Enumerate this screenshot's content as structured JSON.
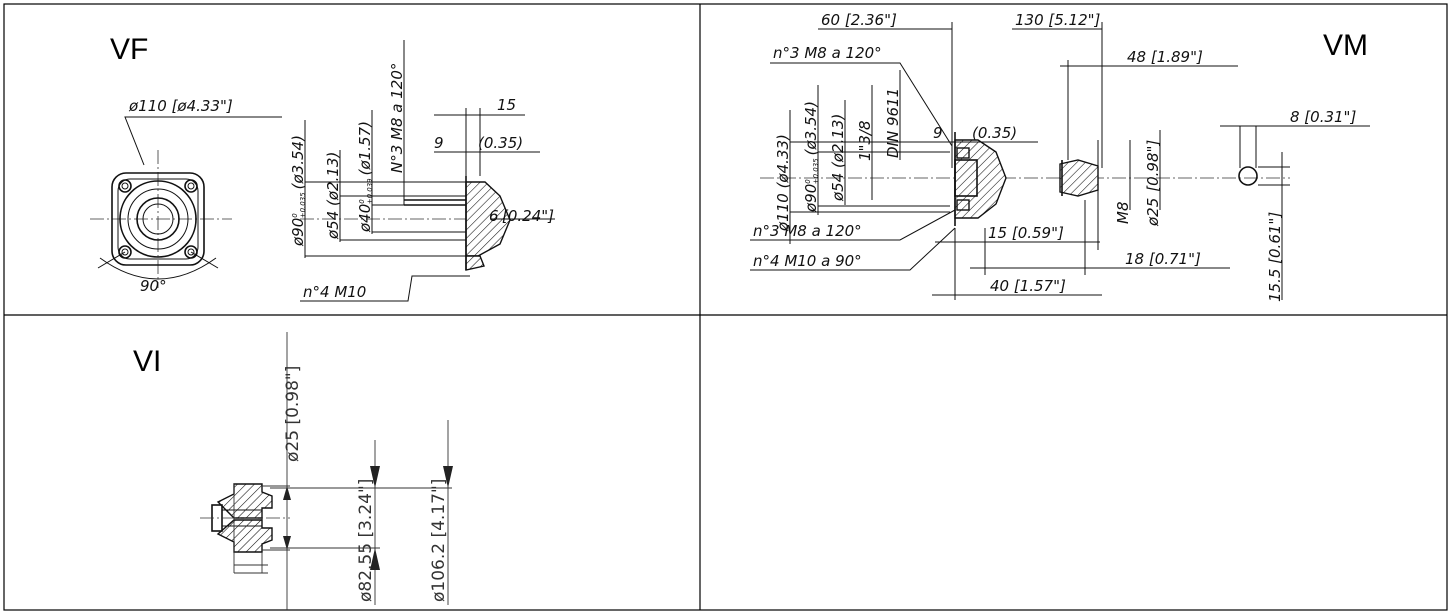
{
  "panels": {
    "vf": {
      "title": "VF",
      "labels": {
        "d110": "ø110 [ø4.33\"]",
        "d90": "ø90",
        "d90_sup": "0",
        "d90_sub": "+0.035",
        "d90_in": "(ø3.54)",
        "d54": "ø54 (ø2.13)",
        "d40": "ø40",
        "d40_sup": "0",
        "d40_sub": "+0.039",
        "d40_in": "(ø1.57)",
        "n3": "N°3 M8 a 120°",
        "v15": "15",
        "v9": "9",
        "v035": "(0.35)",
        "v6": "6",
        "v024": "[0.24\"]",
        "angle": "90°",
        "n4": "n°4 M10"
      }
    },
    "vm": {
      "title": "VM",
      "labels": {
        "d60": "60 [2.36\"]",
        "d130": "130 [5.12\"]",
        "d48": "48 [1.89\"]",
        "n3top": "n°3 M8 a 120°",
        "d110": "ø110 (ø4.33)",
        "d90": "ø90",
        "d90_sup": "0",
        "d90_sub": "+0.035",
        "d90_in": "(ø3.54)",
        "d54": "ø54 (ø2.13)",
        "thread1": "1\"3/8",
        "thread2": "DIN 9611",
        "v9": "9",
        "v035": "(0.35)",
        "d8": "8 [0.31\"]",
        "m8": "M8",
        "d25": "ø25",
        "d25in": "[0.98\"]",
        "d155": "15.5 [0.61\"]",
        "n3bot": "n°3 M8 a 120°",
        "d15": "15 [0.59\"]",
        "n4": "n°4 M10 a 90°",
        "d18": "18 [0.71\"]",
        "d40": "40 [1.57\"]"
      }
    },
    "vi": {
      "title": "VI",
      "labels": {
        "d25": "ø25 [0.98\"]",
        "d8255": "ø82.55 [3.24\"]",
        "d1062": "ø106.2 [4.17\"]"
      }
    }
  },
  "colors": {
    "line": "#111111",
    "border": "#000000",
    "background": "#ffffff"
  }
}
